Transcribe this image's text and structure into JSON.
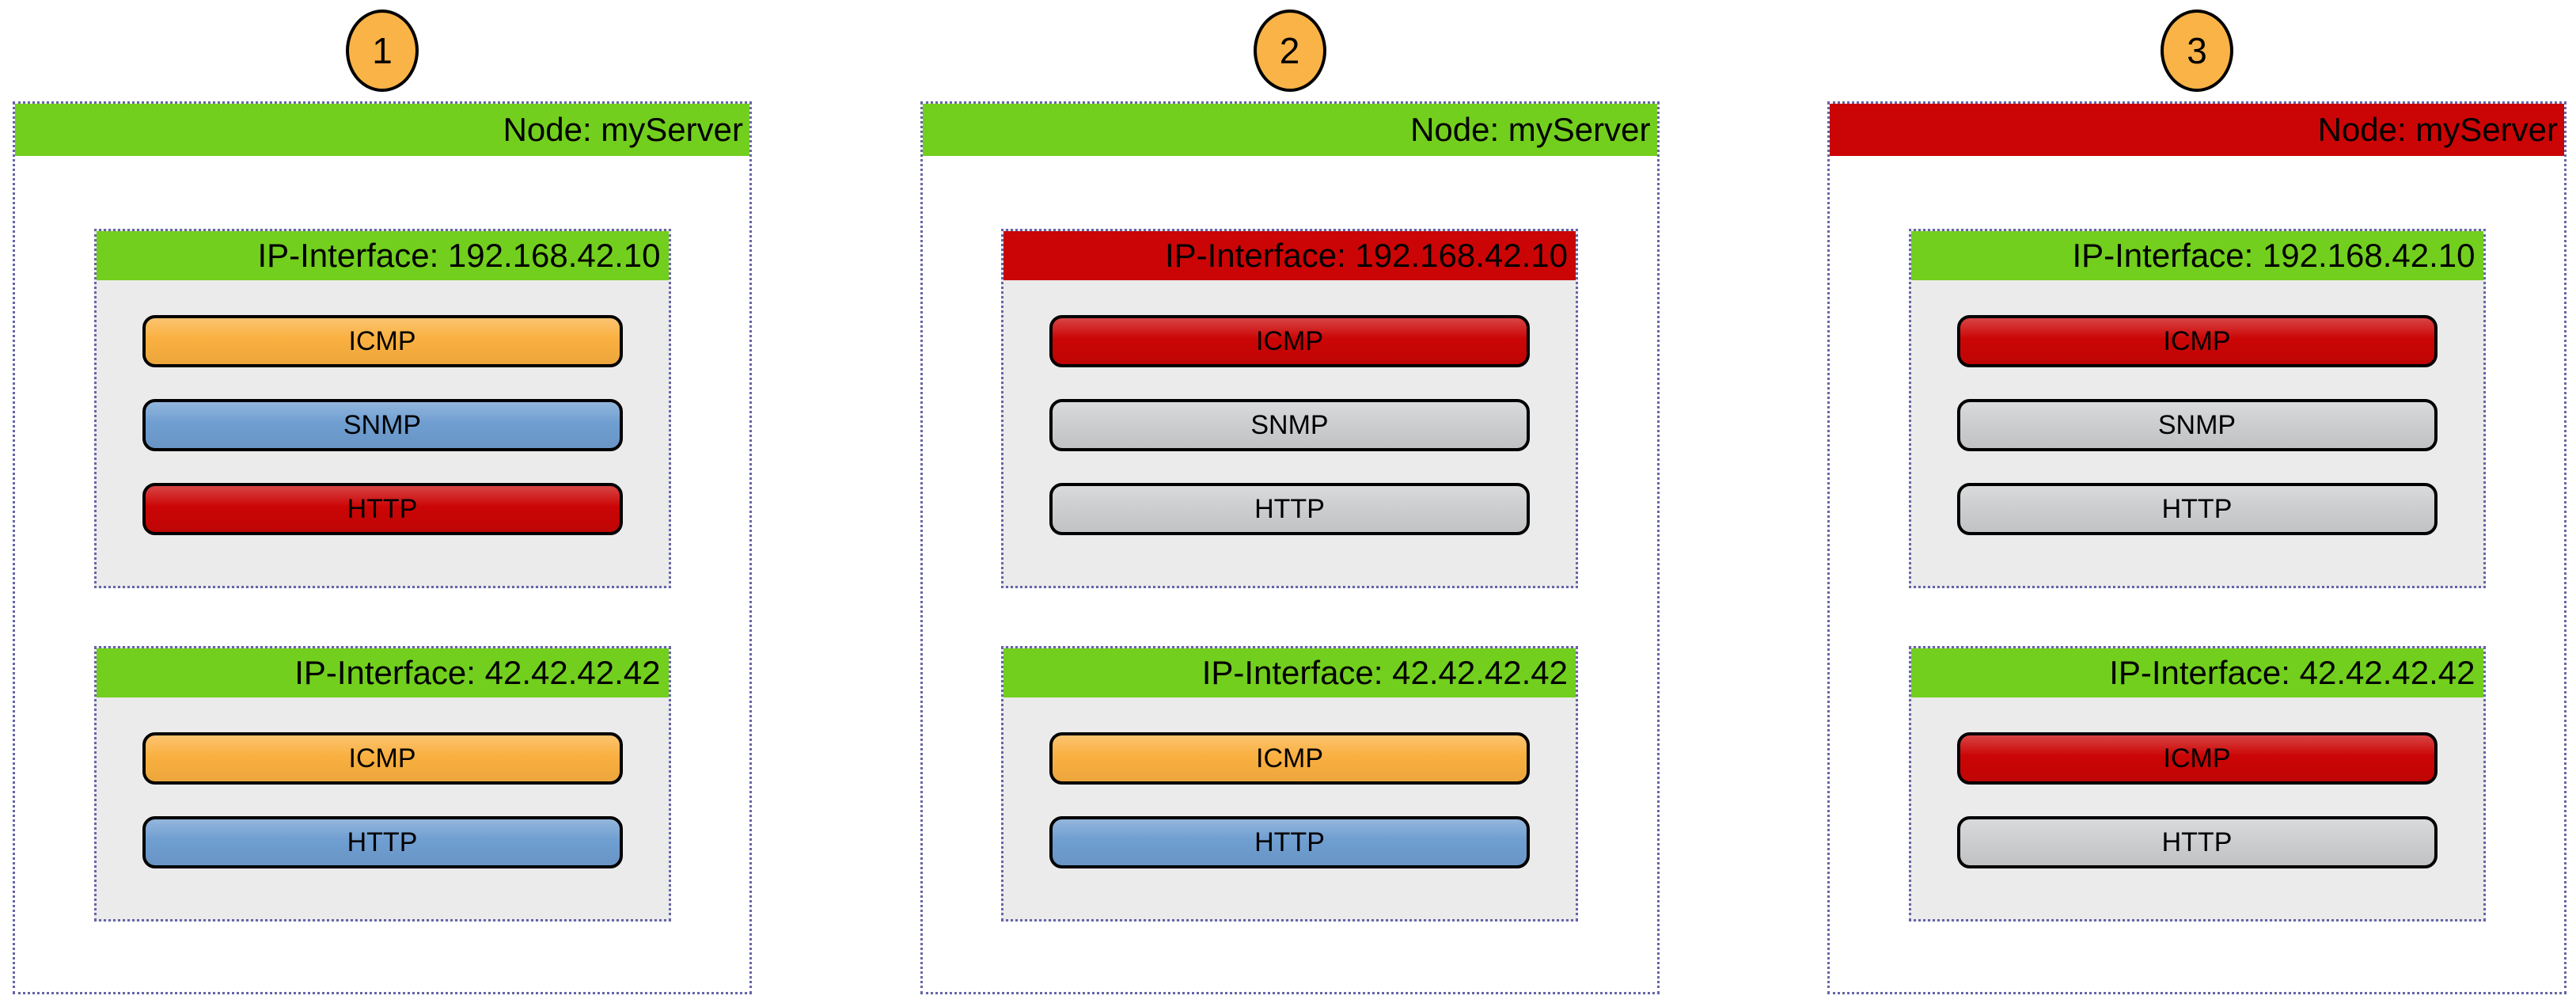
{
  "colors": {
    "green": "#72CF1E",
    "red": "#CB0505",
    "orange": "#FAB040",
    "blue": "#6F9ED1",
    "gray": "#CCCED0",
    "panel_bg": "#EBEBEB",
    "dotted_border": "#6565A8",
    "badge_fill": "#FAB347",
    "button_border": "#000000",
    "text": "#000000"
  },
  "diagrams": [
    {
      "badge": "1",
      "node": {
        "label": "Node: myServer",
        "status_color": "green"
      },
      "interfaces": [
        {
          "label": "IP-Interface: 192.168.42.10",
          "status_color": "green",
          "protocols": [
            {
              "label": "ICMP",
              "status_color": "orange"
            },
            {
              "label": "SNMP",
              "status_color": "blue"
            },
            {
              "label": "HTTP",
              "status_color": "red"
            }
          ]
        },
        {
          "label": "IP-Interface: 42.42.42.42",
          "status_color": "green",
          "protocols": [
            {
              "label": "ICMP",
              "status_color": "orange"
            },
            {
              "label": "HTTP",
              "status_color": "blue"
            }
          ]
        }
      ]
    },
    {
      "badge": "2",
      "node": {
        "label": "Node: myServer",
        "status_color": "green"
      },
      "interfaces": [
        {
          "label": "IP-Interface: 192.168.42.10",
          "status_color": "red",
          "protocols": [
            {
              "label": "ICMP",
              "status_color": "red"
            },
            {
              "label": "SNMP",
              "status_color": "gray"
            },
            {
              "label": "HTTP",
              "status_color": "gray"
            }
          ]
        },
        {
          "label": "IP-Interface: 42.42.42.42",
          "status_color": "green",
          "protocols": [
            {
              "label": "ICMP",
              "status_color": "orange"
            },
            {
              "label": "HTTP",
              "status_color": "blue"
            }
          ]
        }
      ]
    },
    {
      "badge": "3",
      "node": {
        "label": "Node: myServer",
        "status_color": "red"
      },
      "interfaces": [
        {
          "label": "IP-Interface: 192.168.42.10",
          "status_color": "green",
          "protocols": [
            {
              "label": "ICMP",
              "status_color": "red"
            },
            {
              "label": "SNMP",
              "status_color": "gray"
            },
            {
              "label": "HTTP",
              "status_color": "gray"
            }
          ]
        },
        {
          "label": "IP-Interface: 42.42.42.42",
          "status_color": "green",
          "protocols": [
            {
              "label": "ICMP",
              "status_color": "red"
            },
            {
              "label": "HTTP",
              "status_color": "gray"
            }
          ]
        }
      ]
    }
  ]
}
